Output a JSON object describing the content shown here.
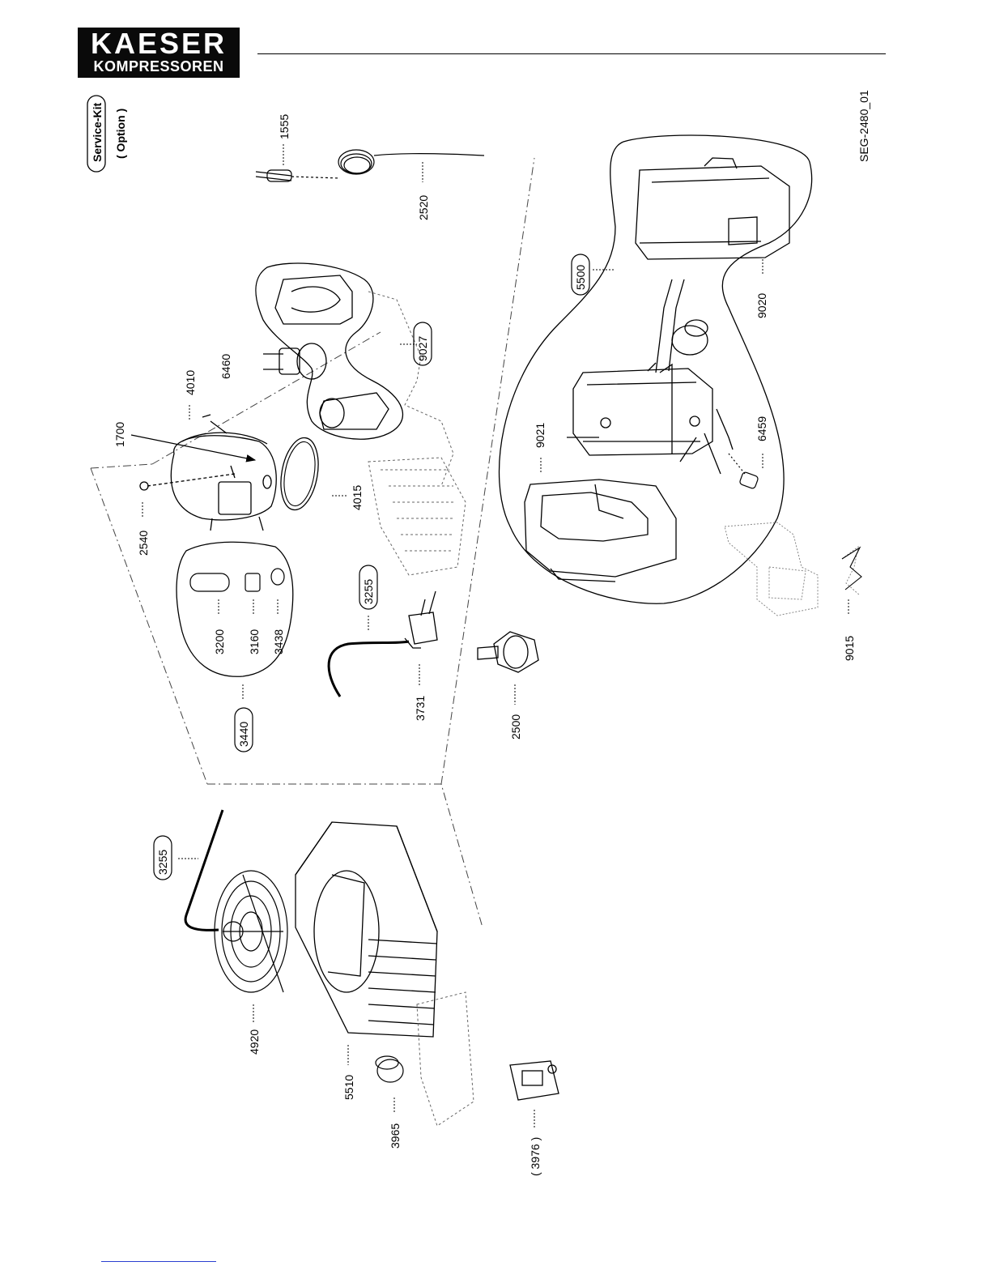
{
  "header": {
    "logo_line1": "KAESER",
    "logo_line2": "KOMPRESSOREN",
    "logo_icon": "kaeser-logo"
  },
  "legend": {
    "service_kit": "Service-Kit",
    "option": "( Option )"
  },
  "drawing_id": "SEG-2480_01",
  "parts": {
    "p1555": "1555",
    "p2520": "2520",
    "p5500": "5500",
    "p9020": "9020",
    "p6459": "6459",
    "p9021": "9021",
    "p9015": "9015",
    "p9027": "9027",
    "p6460": "6460",
    "p4010": "4010",
    "p1700": "1700",
    "p2540": "2540",
    "p4015": "4015",
    "p3200": "3200",
    "p3160": "3160",
    "p3438": "3438",
    "p3440": "3440",
    "p3255a": "3255",
    "p3731": "3731",
    "p2500": "2500",
    "p3255b": "3255",
    "p4920": "4920",
    "p5510": "5510",
    "p3965": "3965",
    "p3976": "( 3976 )"
  }
}
